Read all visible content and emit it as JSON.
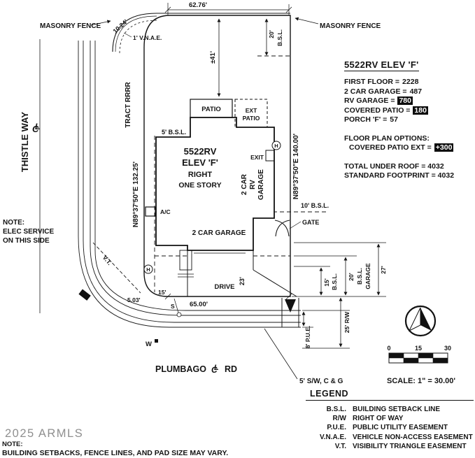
{
  "plan": {
    "masonry_fence_left": "MASONRY FENCE",
    "masonry_fence_right": "MASONRY FENCE",
    "dim_top": "62.76'",
    "dim_corner": "10.24'",
    "vnae": "1' V.N.A.E.",
    "dim_20_top": "20'",
    "bsl_20_top": "B.S.L.",
    "dim_41": "±41'",
    "bearing_east": "N89°37'50\"E  140.00'",
    "bearing_west": "N89°37'50\"E  132.25'",
    "tract": "TRACT RRRR",
    "street_thistle": "THISTLE  WAY",
    "street_plumbago": "PLUMBAGO",
    "street_rd": "RD",
    "elec_note_1": "NOTE:",
    "elec_note_2": "ELEC SERVICE",
    "elec_note_3": "ON THIS SIDE",
    "bsl_5": "5' B.S.L.",
    "bsl_10": "10' B.S.L.",
    "house_line_1": "5522RV",
    "house_line_2": "ELEV 'F'",
    "house_line_3": "RIGHT",
    "house_line_4": "ONE STORY",
    "patio": "PATIO",
    "ext_patio_1": "EXT",
    "ext_patio_2": "PATIO",
    "exit": "EXIT",
    "rv_1": "2 CAR",
    "rv_2": "RV",
    "rv_3": "GARAGE",
    "ac": "A/C",
    "garage": "2 CAR GARAGE",
    "gate": "GATE",
    "drive": "DRIVE",
    "dim_23": "23'",
    "dim_15_front": "15'",
    "dim_5_03": "5.03'",
    "dim_65": "65.00'",
    "marker_h": "H",
    "marker_s": "S",
    "marker_w": "W",
    "vt": "V.T.",
    "dim_15_right": "15'",
    "bsl_15_right": "B.S.L.",
    "dim_20_garage": "20'",
    "bsl_20_garage": "B.S.L.",
    "bsl_20_garage_2": "GARAGE",
    "dim_27": "27'",
    "pue": "8' P.U.E.",
    "rw": "25' R/W",
    "sw": "5' S/W, C & G",
    "cl_c": "C",
    "cl_l": "L"
  },
  "info": {
    "title": "5522RV ELEV 'F'",
    "rows": [
      {
        "label": "FIRST FLOOR =",
        "value": "2228"
      },
      {
        "label": "2 CAR GARAGE =",
        "value": "487"
      },
      {
        "label": "RV GARAGE =",
        "value": "780"
      },
      {
        "label": "COVERED PATIO =",
        "value": "180"
      },
      {
        "label": "PORCH 'F' =",
        "value": "57"
      }
    ],
    "options_header": "FLOOR PLAN OPTIONS:",
    "option": {
      "label": "COVERED PATIO EXT =",
      "value": "+300"
    },
    "total_roof": "TOTAL UNDER ROOF = 4032",
    "total_footprint": "STANDARD FOOTPRINT = 4032"
  },
  "scale": {
    "tick_0": "0",
    "tick_15": "15",
    "tick_30": "30",
    "label": "SCALE: 1\" = 30.00'"
  },
  "legend": {
    "title": "LEGEND",
    "items": [
      {
        "abbr": "B.S.L.",
        "desc": "BUILDING SETBACK LINE"
      },
      {
        "abbr": "R/W",
        "desc": "RIGHT OF WAY"
      },
      {
        "abbr": "P.U.E.",
        "desc": "PUBLIC UTILITY EASEMENT"
      },
      {
        "abbr": "V.N.A.E.",
        "desc": "VEHICLE NON-ACCESS EASEMENT"
      },
      {
        "abbr": "V.T.",
        "desc": "VISIBILITY TRIANGLE EASEMENT"
      }
    ]
  },
  "footer": {
    "watermark": "2025 ARMLS",
    "note_title": "NOTE:",
    "note_body": "BUILDING SETBACKS, FENCE LINES, AND PAD SIZE MAY VARY."
  }
}
